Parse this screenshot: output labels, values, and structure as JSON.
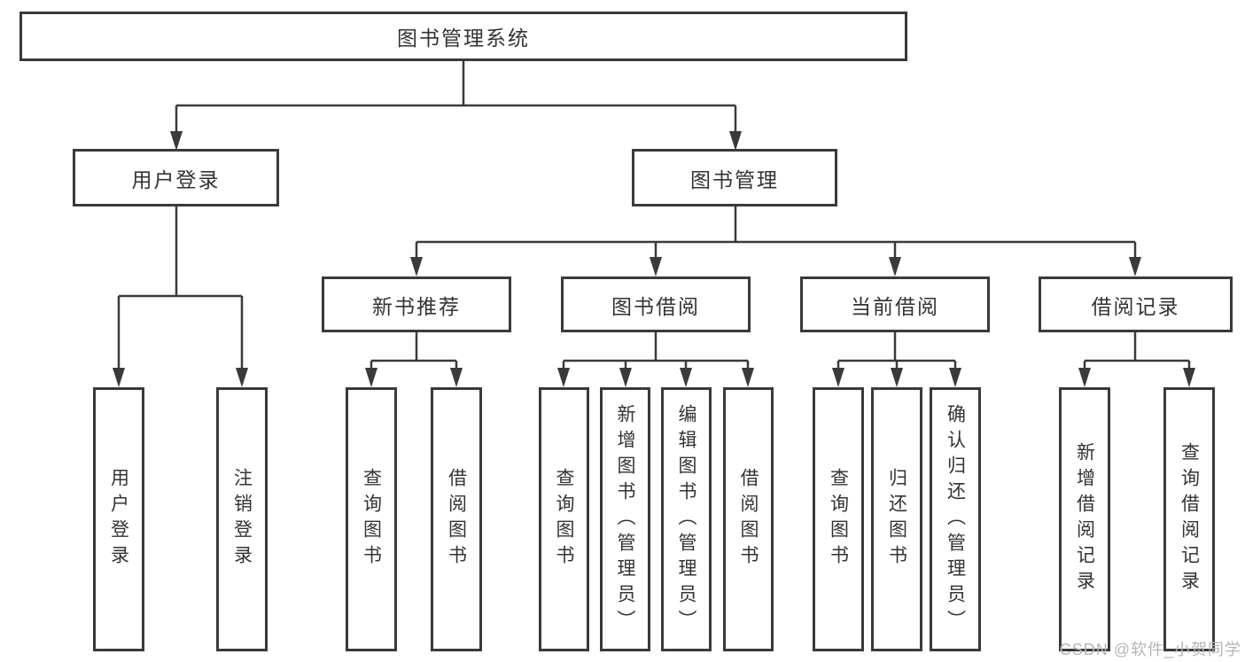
{
  "diagram": {
    "root": "图书管理系统",
    "level2": {
      "user_login": "用户登录",
      "book_mgmt": "图书管理"
    },
    "level3": {
      "new_book": "新书推荐",
      "book_borrow": "图书借阅",
      "current_borrow": "当前借阅",
      "borrow_record": "借阅记录"
    },
    "leaves": {
      "user_login": [
        "用户登录",
        "注销登录"
      ],
      "new_book": [
        "查询图书",
        "借阅图书"
      ],
      "book_borrow": [
        "查询图书",
        "新增图书（管理员）",
        "编辑图书（管理员）",
        "借阅图书"
      ],
      "current_borrow": [
        "查询图书",
        "归还图书",
        "确认归还（管理员）"
      ],
      "borrow_record": [
        "新增借阅记录",
        "查询借阅记录"
      ]
    },
    "colors": {
      "line": "#3a3a3a",
      "text": "#333333",
      "node_fill": "#ffffff",
      "background": "#ffffff",
      "watermark": "#b5b5b8"
    }
  },
  "watermark": {
    "text": "CSDN @软件_小贺同学"
  }
}
